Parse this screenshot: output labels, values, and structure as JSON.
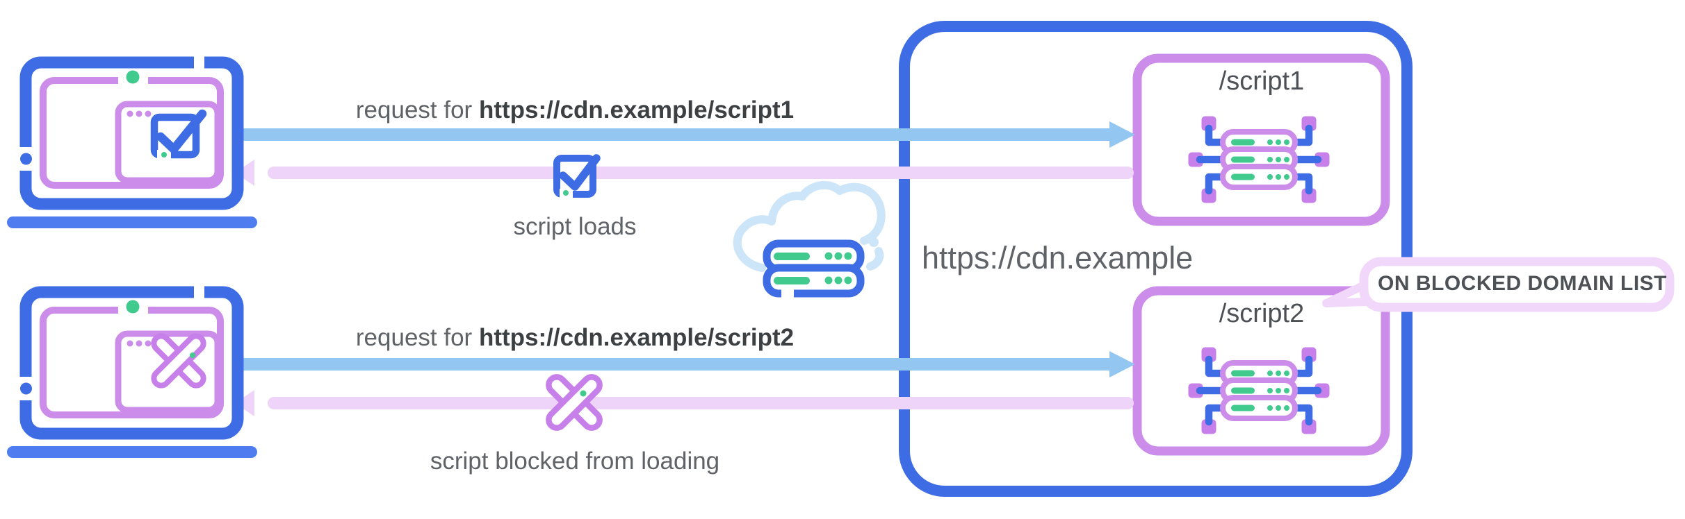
{
  "title": "CDN script blocking diagram",
  "colors": {
    "blue": "#3d6ce4",
    "blue2": "#4f7df0",
    "sky": "#93c6f1",
    "pink": "#eed4f9",
    "orchid": "#cb8de9",
    "orchid2": "#c77fe9",
    "callout": "#f1d8fb",
    "green": "#40ca8e",
    "cloud": "#cde5f8",
    "text": "#5f6368",
    "textStrong": "#3c4043",
    "textDark": "#4d5156"
  },
  "flows": [
    {
      "request_prefix": "request for ",
      "request_url": "https://cdn.example/script1",
      "result_label": "script loads",
      "result_icon": "check-icon"
    },
    {
      "request_prefix": "request for ",
      "request_url": "https://cdn.example/script2",
      "result_label": "script blocked from loading",
      "result_icon": "cross-icon"
    }
  ],
  "cdn": {
    "label": "https://cdn.example",
    "endpoints": [
      {
        "label": "/script1"
      },
      {
        "label": "/script2",
        "badge": "ON BLOCKED DOMAIN LIST"
      }
    ]
  }
}
